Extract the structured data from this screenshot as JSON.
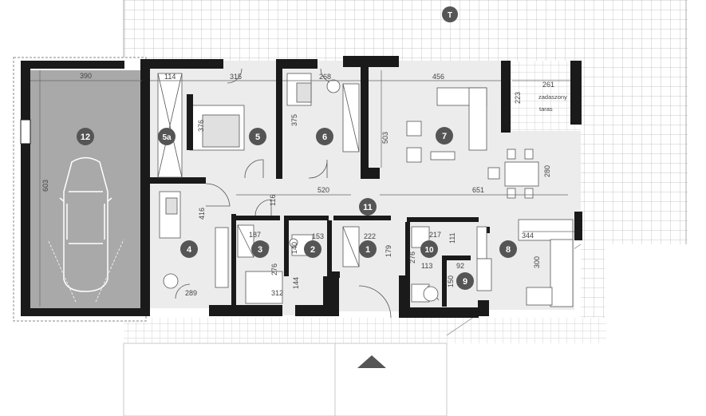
{
  "plan": {
    "rooms": [
      {
        "id": "12",
        "label": "12"
      },
      {
        "id": "5a",
        "label": "5a"
      },
      {
        "id": "5",
        "label": "5"
      },
      {
        "id": "6",
        "label": "6"
      },
      {
        "id": "7",
        "label": "7"
      },
      {
        "id": "11",
        "label": "11"
      },
      {
        "id": "4",
        "label": "4"
      },
      {
        "id": "3",
        "label": "3"
      },
      {
        "id": "2",
        "label": "2"
      },
      {
        "id": "1",
        "label": "1"
      },
      {
        "id": "10",
        "label": "10"
      },
      {
        "id": "9",
        "label": "9"
      },
      {
        "id": "8",
        "label": "8"
      },
      {
        "id": "T",
        "label": "T"
      }
    ],
    "dimensions": {
      "garage_width": "390",
      "garage_depth": "603",
      "d114": "114",
      "d315": "315",
      "d376": "376",
      "d268": "268",
      "d375": "375",
      "d456": "456",
      "d503": "503",
      "d261": "261",
      "d223": "223",
      "d116": "116",
      "d520": "520",
      "d651": "651",
      "d280": "280",
      "d416": "416",
      "d187": "187",
      "d153": "153",
      "d222": "222",
      "d217": "217",
      "d111": "111",
      "d344": "344",
      "d276a": "276",
      "d179": "179",
      "d276b": "276",
      "d113": "113",
      "d140": "140",
      "d144": "144",
      "d92": "92",
      "d150": "150",
      "d300": "300",
      "d289": "289",
      "d312": "312"
    },
    "terrace_label_1": "zadaszony",
    "terrace_label_2": "taras"
  }
}
